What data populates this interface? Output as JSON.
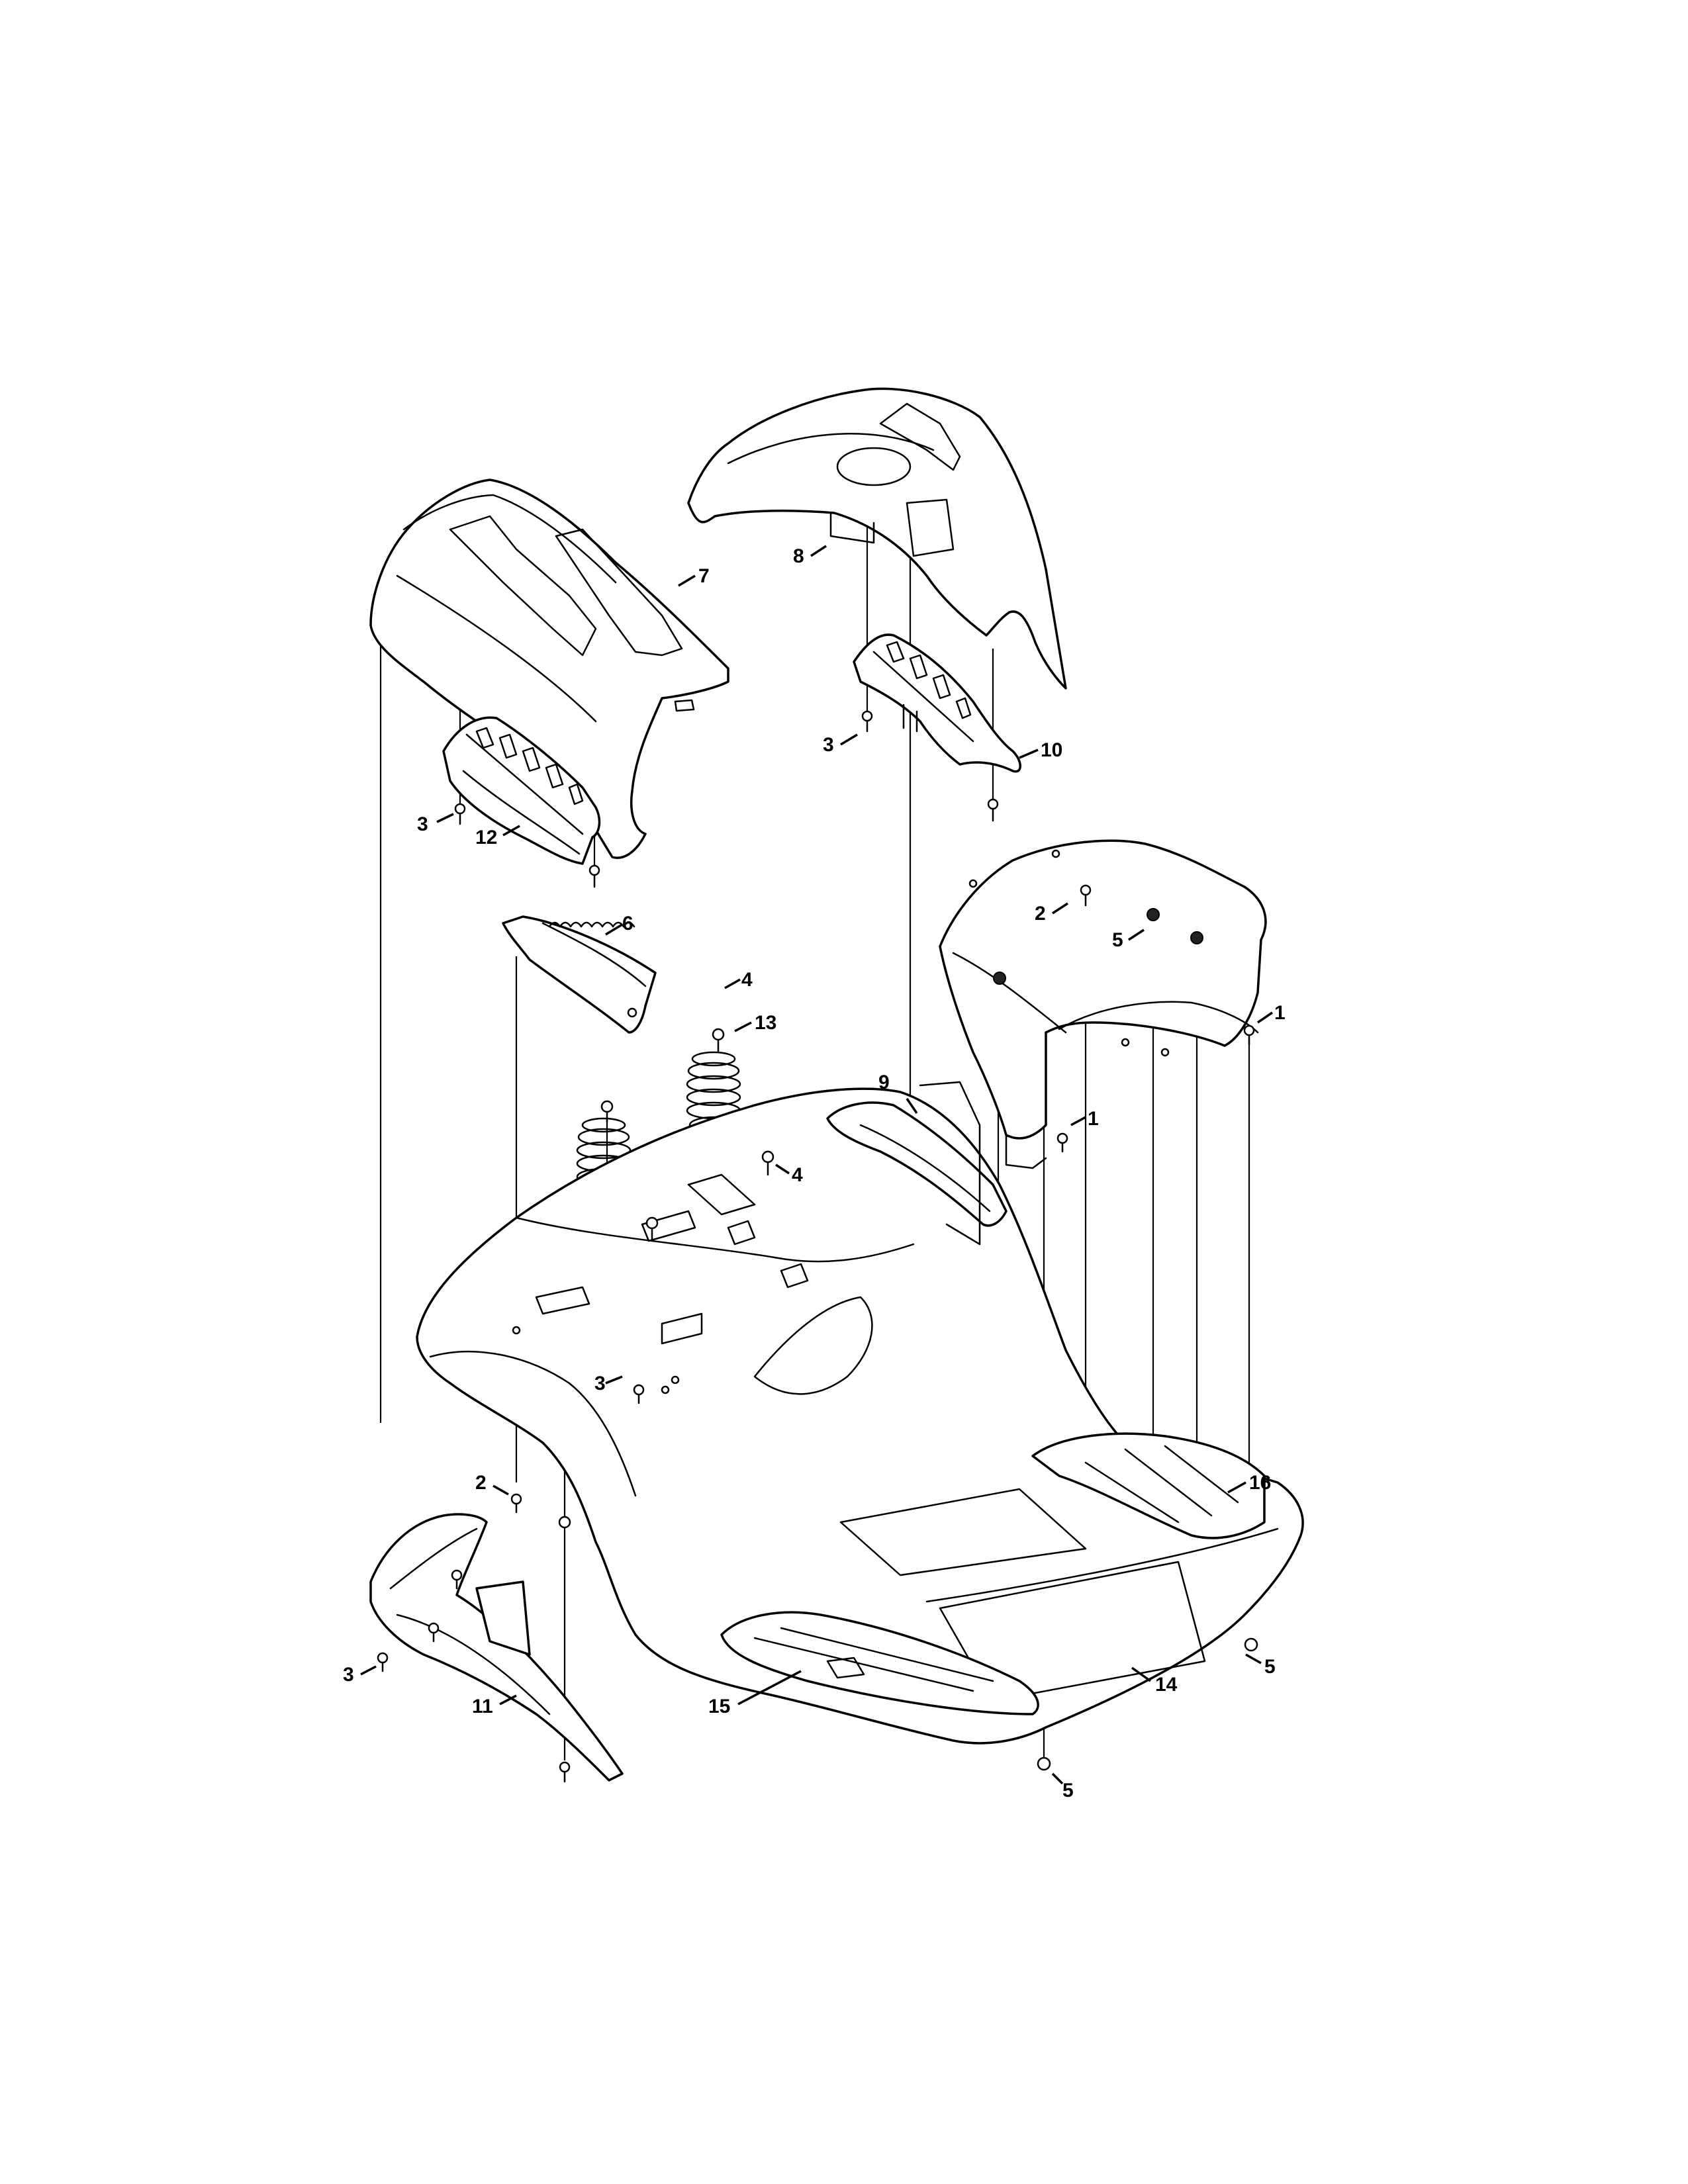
{
  "callouts": {
    "c1a": "1",
    "c1b": "1",
    "c2a": "2",
    "c2b": "2",
    "c3a": "3",
    "c3b": "3",
    "c3c": "3",
    "c3d": "3",
    "c4a": "4",
    "c4b": "4",
    "c5a": "5",
    "c5b": "5",
    "c5c": "5",
    "c6": "6",
    "c7": "7",
    "c8": "8",
    "c9": "9",
    "c10": "10",
    "c11": "11",
    "c12": "12",
    "c13": "13",
    "c14": "14",
    "c15": "15",
    "c16": "16"
  }
}
